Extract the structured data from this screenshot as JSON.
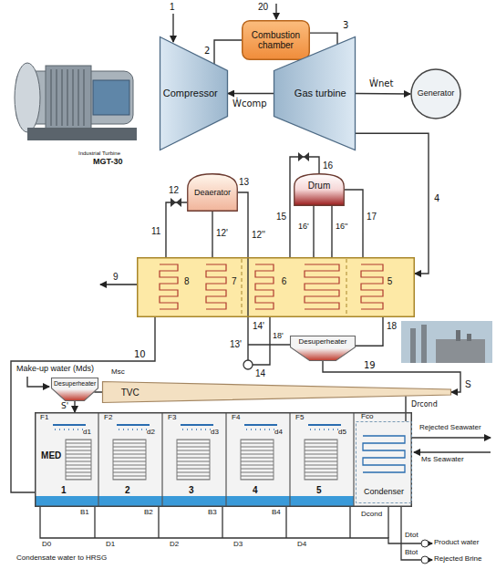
{
  "diagram": {
    "nodes": [
      {
        "text": [
          "Compressor"
        ]
      },
      {
        "text": [
          "Combustion chamber"
        ]
      },
      {
        "text": [
          "Gas turbine"
        ]
      },
      {
        "text": [
          "Generator"
        ]
      },
      {
        "text": [
          "Deaerator"
        ]
      },
      {
        "text": [
          "Drum"
        ]
      },
      {
        "text": [
          "8",
          "7",
          "6",
          "5"
        ]
      },
      {
        "text": [
          "Desuperheater"
        ]
      },
      {
        "text": [
          "Desuperheater"
        ]
      },
      {
        "text": [
          "TVC"
        ]
      },
      {
        "text": [
          "MED"
        ]
      },
      {
        "text": [
          "Condenser"
        ],
        "in": 10
      }
    ],
    "edges": [
      {
        "from": 0,
        "to": 1,
        "label": "2",
        "arrow": "none"
      },
      {
        "from": 1,
        "to": 2,
        "label": "3",
        "arrow": "none"
      },
      {
        "from": 2,
        "to": 0,
        "label": "Ẇcomp",
        "arrow": "to"
      },
      {
        "from": 2,
        "to": 3,
        "label": "Ẇnet",
        "arrow": "to"
      },
      {
        "from": 2,
        "to": 6,
        "label": "4",
        "arrow": "to"
      },
      {
        "from": 6,
        "to": 4,
        "arrow": "none"
      },
      {
        "from": 6,
        "to": 4,
        "arrow": "none"
      },
      {
        "from": 4,
        "to": 6,
        "arrow": "none"
      },
      {
        "from": 6,
        "to": 5,
        "arrow": "none"
      },
      {
        "from": 5,
        "to": 6,
        "arrow": "none"
      },
      {
        "from": 6,
        "to": 5,
        "arrow": "none"
      },
      {
        "from": 5,
        "to": 6,
        "arrow": "none"
      },
      {
        "from": 6,
        "to": 7,
        "arrow": "none"
      },
      {
        "from": 7,
        "to": 9,
        "label": "19",
        "arrow": "to"
      },
      {
        "from": 9,
        "to": 8,
        "arrow": "none"
      },
      {
        "from": 8,
        "to": 10,
        "label": "S'",
        "arrow": "to"
      },
      {
        "from": 11,
        "to": 9,
        "label": "Drcond",
        "arrow": "none"
      },
      {
        "from": 10,
        "to": 6,
        "label": "10",
        "arrow": "none"
      }
    ],
    "labels": [
      "1",
      "20",
      "Industrial Turbine",
      "MGT-30",
      "11",
      "12",
      "13",
      "12'",
      "12''",
      "15",
      "16",
      "16'",
      "16''",
      "17",
      "9",
      "14'",
      "18'",
      "18",
      "13'",
      "14",
      "Make-up water (Mds)",
      "Msc",
      "S",
      "F1",
      "F2",
      "F3",
      "F4",
      "F5",
      "Fco",
      "d1",
      "d2",
      "d3",
      "d4",
      "d5",
      "Rejected Seawater",
      "Ms Seawater",
      "1",
      "2",
      "3",
      "4",
      "5",
      "B1",
      "B2",
      "B3",
      "B4",
      "Dcond",
      "D0",
      "D1",
      "D2",
      "D3",
      "D4",
      "Dtot",
      "Btot",
      "Product water",
      "Rejected Brine",
      "Condensate water to HRSG"
    ]
  }
}
